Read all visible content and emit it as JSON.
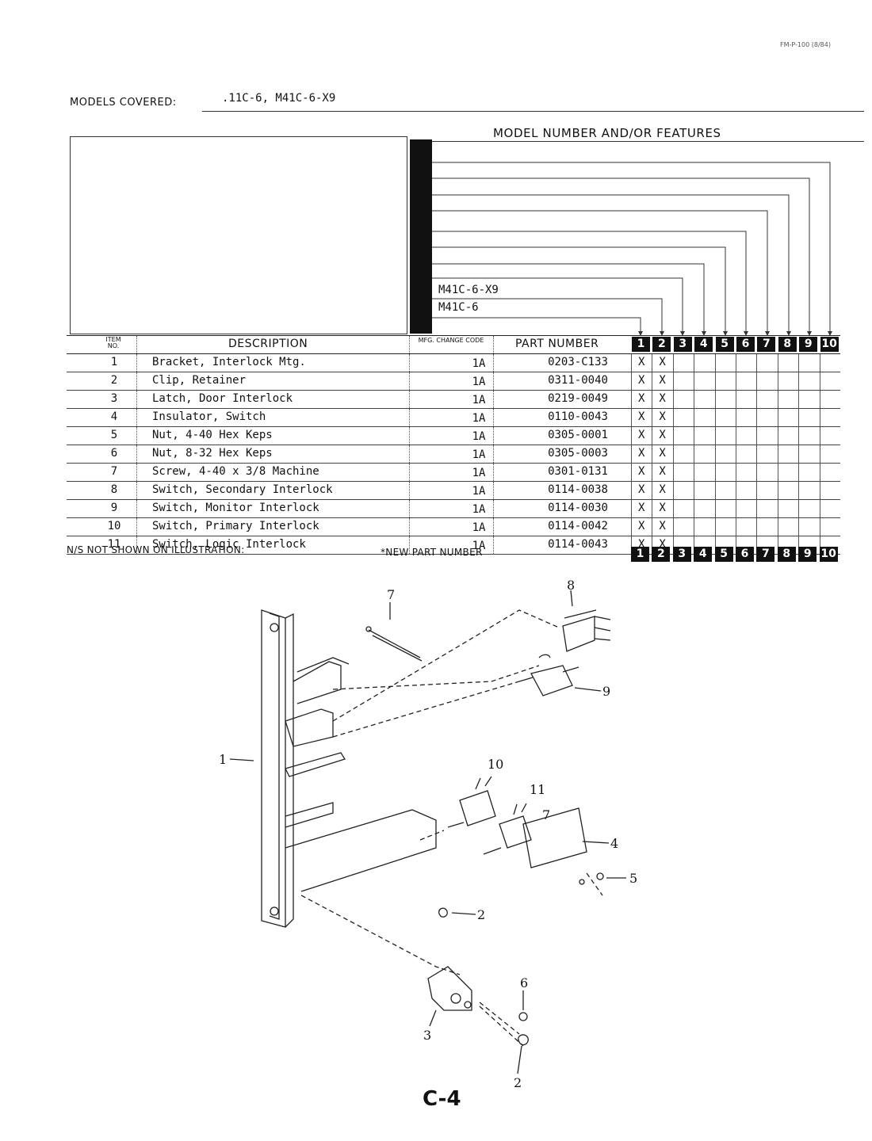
{
  "form_code": "FM-P-100 (8/84)",
  "models_covered": {
    "label": "MODELS COVERED:",
    "value": ".11C-6, M41C-6-X9"
  },
  "features_title": "MODEL NUMBER AND/OR FEATURES",
  "model_columns": [
    {
      "number": "1",
      "name": "M41C-6"
    },
    {
      "number": "2",
      "name": "M41C-6-X9"
    },
    {
      "number": "3",
      "name": ""
    },
    {
      "number": "4",
      "name": ""
    },
    {
      "number": "5",
      "name": ""
    },
    {
      "number": "6",
      "name": ""
    },
    {
      "number": "7",
      "name": ""
    },
    {
      "number": "8",
      "name": ""
    },
    {
      "number": "9",
      "name": ""
    },
    {
      "number": "10",
      "name": ""
    }
  ],
  "table": {
    "headers": {
      "item": "ITEM NO.",
      "description": "DESCRIPTION",
      "mfg": "MFG. CHANGE CODE",
      "part": "PART NUMBER"
    },
    "rows": [
      {
        "item": "1",
        "description": "Bracket, Interlock Mtg.",
        "mfg": "1A",
        "part": "0203-C133",
        "marks": [
          "X",
          "X"
        ]
      },
      {
        "item": "2",
        "description": "Clip, Retainer",
        "mfg": "1A",
        "part": "0311-0040",
        "marks": [
          "X",
          "X"
        ]
      },
      {
        "item": "3",
        "description": "Latch, Door Interlock",
        "mfg": "1A",
        "part": "0219-0049",
        "marks": [
          "X",
          "X"
        ]
      },
      {
        "item": "4",
        "description": "Insulator, Switch",
        "mfg": "1A",
        "part": "0110-0043",
        "marks": [
          "X",
          "X"
        ]
      },
      {
        "item": "5",
        "description": "Nut, 4-40 Hex Keps",
        "mfg": "1A",
        "part": "0305-0001",
        "marks": [
          "X",
          "X"
        ]
      },
      {
        "item": "6",
        "description": "Nut, 8-32 Hex Keps",
        "mfg": "1A",
        "part": "0305-0003",
        "marks": [
          "X",
          "X"
        ]
      },
      {
        "item": "7",
        "description": "Screw, 4-40 x 3/8 Machine",
        "mfg": "1A",
        "part": "0301-0131",
        "marks": [
          "X",
          "X"
        ]
      },
      {
        "item": "8",
        "description": "Switch, Secondary Interlock",
        "mfg": "1A",
        "part": "0114-0038",
        "marks": [
          "X",
          "X"
        ]
      },
      {
        "item": "9",
        "description": "Switch, Monitor Interlock",
        "mfg": "1A",
        "part": "0114-0030",
        "marks": [
          "X",
          "X"
        ]
      },
      {
        "item": "10",
        "description": "Switch, Primary Interlock",
        "mfg": "1A",
        "part": "0114-0042",
        "marks": [
          "X",
          "X"
        ]
      },
      {
        "item": "11",
        "description": "Switch, Logic Interlock",
        "mfg": "1A",
        "part": "0114-0043",
        "marks": [
          "X",
          "X"
        ]
      }
    ]
  },
  "footer": {
    "not_shown": "N/S NOT SHOWN ON ILLUSTRATION:",
    "new_part": "*NEW PART NUMBER"
  },
  "callouts": [
    "7",
    "8",
    "9",
    "1",
    "10",
    "11",
    "7",
    "4",
    "5",
    "2",
    "6",
    "3",
    "2"
  ],
  "page_number": "C-4"
}
